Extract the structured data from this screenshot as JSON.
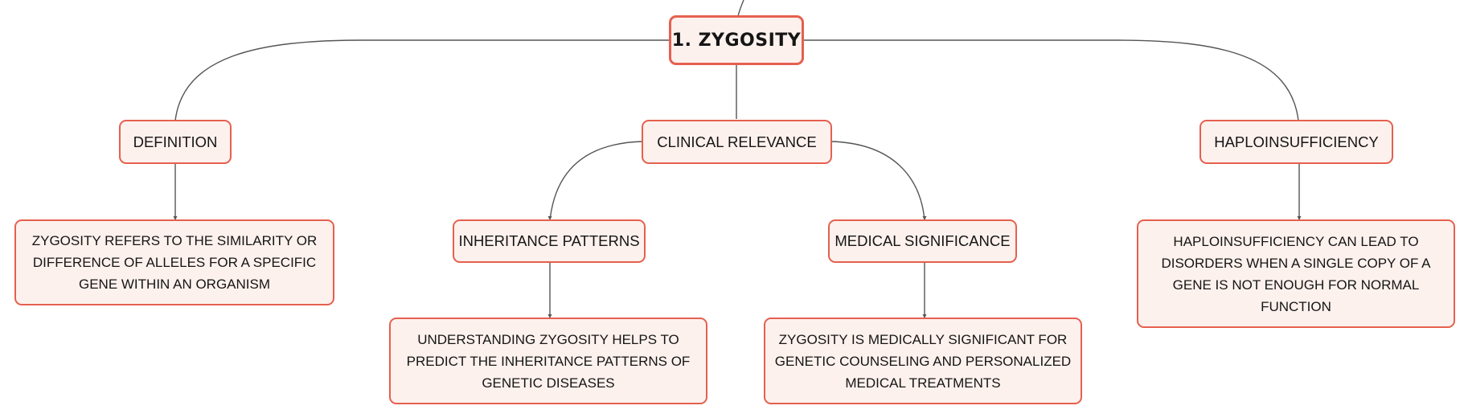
{
  "colors": {
    "node_border": "#e5604f",
    "node_fill": "#fdf1ed",
    "connector": "#555555",
    "text": "#151515"
  },
  "root": {
    "label": "1. ZYGOSITY"
  },
  "branches": {
    "definition": {
      "label": "DEFINITION",
      "detail": "ZYGOSITY REFERS TO THE SIMILARITY OR DIFFERENCE OF ALLELES FOR A SPECIFIC GENE WITHIN AN ORGANISM"
    },
    "clinical_relevance": {
      "label": "CLINICAL RELEVANCE",
      "inheritance_patterns": {
        "label": "INHERITANCE PATTERNS",
        "detail": "UNDERSTANDING ZYGOSITY HELPS TO PREDICT THE INHERITANCE PATTERNS OF GENETIC DISEASES"
      },
      "medical_significance": {
        "label": "MEDICAL SIGNIFICANCE",
        "detail": "ZYGOSITY IS MEDICALLY SIGNIFICANT FOR GENETIC COUNSELING AND PERSONALIZED MEDICAL TREATMENTS"
      }
    },
    "haploinsufficiency": {
      "label": "HAPLOINSUFFICIENCY",
      "detail": "HAPLOINSUFFICIENCY CAN LEAD TO DISORDERS WHEN A SINGLE COPY OF A GENE IS NOT ENOUGH FOR NORMAL FUNCTION"
    }
  }
}
